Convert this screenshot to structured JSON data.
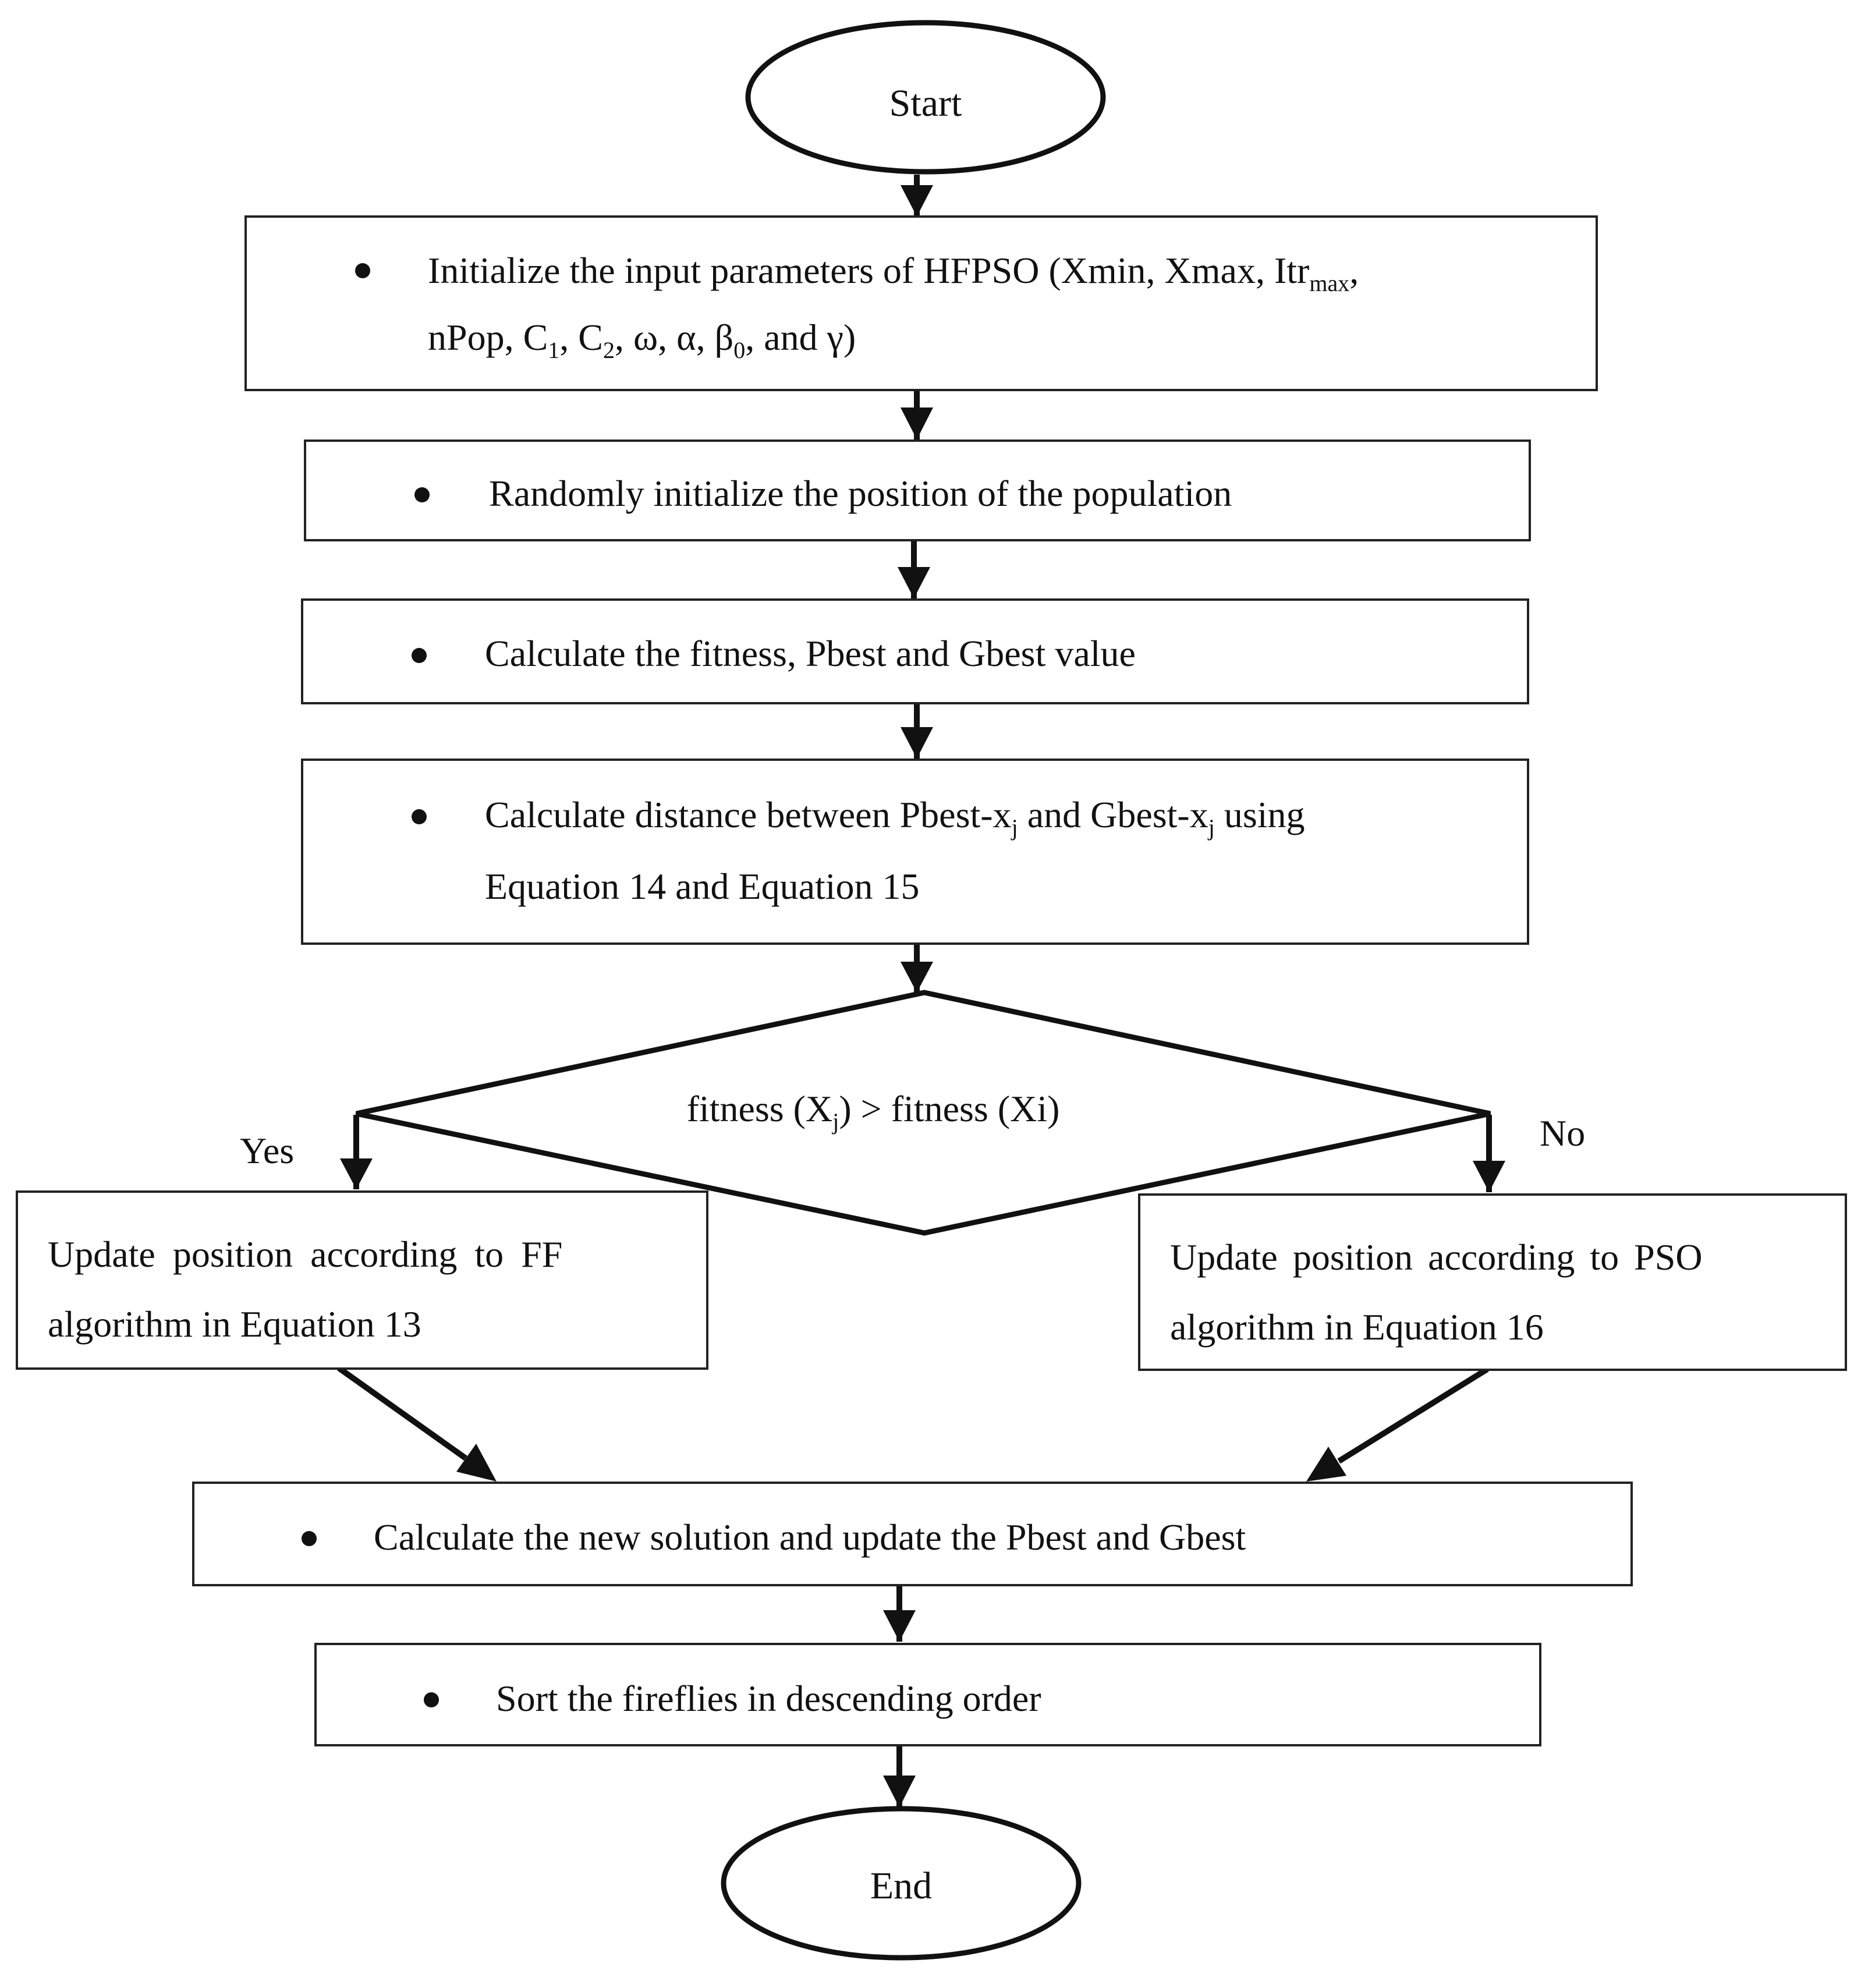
{
  "nodes": {
    "start": {
      "label": "Start"
    },
    "init_params": {
      "line1_a": "Initialize the input parameters of HFPSO (Xmin, Xmax, Itr",
      "line1_sub": "max",
      "line1_b": ",",
      "line2_a": "nPop, C",
      "line2_sub1": "1",
      "line2_b": ", C",
      "line2_sub2": "2",
      "line2_c": ", ω, α, β",
      "line2_sub3": "0",
      "line2_d": ", and γ)"
    },
    "random_init": {
      "label": "Randomly initialize the position of the population"
    },
    "calc_fitness": {
      "label": "Calculate the fitness, Pbest and Gbest value"
    },
    "calc_distance": {
      "line1_a": "Calculate distance between Pbest-x",
      "line1_sub1": "j",
      "line1_b": " and Gbest-x",
      "line1_sub2": "j",
      "line1_c": " using",
      "line2": "Equation 14 and Equation 15"
    },
    "decision": {
      "a": "fitness (X",
      "sub": "j",
      "b": ") > fitness (Xi)",
      "yes_label": "Yes",
      "no_label": "No"
    },
    "update_ff": {
      "line1": "Update position according to FF",
      "line2": "algorithm in Equation 13"
    },
    "update_pso": {
      "line1": "Update position according to PSO",
      "line2": "algorithm in Equation 16"
    },
    "new_solution": {
      "label": "Calculate the new solution and update the Pbest and Gbest"
    },
    "sort": {
      "label": "Sort the fireflies in descending order"
    },
    "end": {
      "label": "End"
    }
  }
}
